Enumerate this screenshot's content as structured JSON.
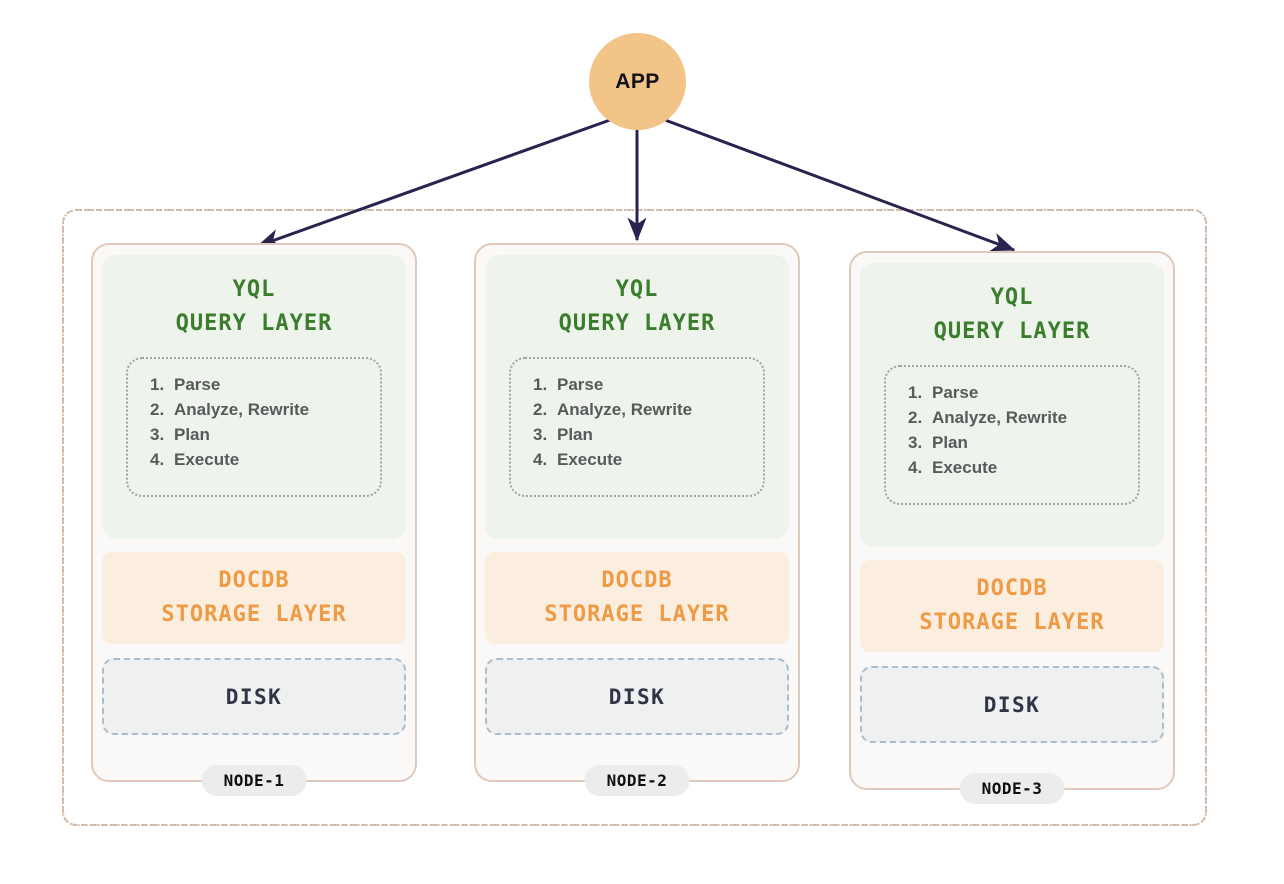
{
  "diagram": {
    "app": {
      "label": "APP",
      "color": "#f2c488"
    },
    "arrow_color": "#2a2350",
    "cluster": {
      "border_color": "#d9c3b4"
    },
    "nodes": [
      {
        "badge": "NODE-1",
        "yql": {
          "line1": "YQL",
          "line2": "QUERY LAYER",
          "color": "#3a7d2c",
          "bg": "#eef4ec"
        },
        "steps": [
          {
            "num": "1.",
            "text": "Parse"
          },
          {
            "num": "2.",
            "text": "Analyze, Rewrite"
          },
          {
            "num": "3.",
            "text": "Plan"
          },
          {
            "num": "4.",
            "text": "Execute"
          }
        ],
        "docdb": {
          "line1": "DOCDB",
          "line2": "STORAGE LAYER",
          "color": "#ef9a45",
          "bg": "#fbeedf"
        },
        "disk": {
          "label": "DISK",
          "color": "#2e3544",
          "bg": "#eff1f1",
          "border": "#a9bcd0"
        }
      },
      {
        "badge": "NODE-2",
        "yql": {
          "line1": "YQL",
          "line2": "QUERY LAYER",
          "color": "#3a7d2c",
          "bg": "#eef4ec"
        },
        "steps": [
          {
            "num": "1.",
            "text": "Parse"
          },
          {
            "num": "2.",
            "text": "Analyze, Rewrite"
          },
          {
            "num": "3.",
            "text": "Plan"
          },
          {
            "num": "4.",
            "text": "Execute"
          }
        ],
        "docdb": {
          "line1": "DOCDB",
          "line2": "STORAGE LAYER",
          "color": "#ef9a45",
          "bg": "#fbeedf"
        },
        "disk": {
          "label": "DISK",
          "color": "#2e3544",
          "bg": "#eff1f1",
          "border": "#a9bcd0"
        }
      },
      {
        "badge": "NODE-3",
        "yql": {
          "line1": "YQL",
          "line2": "QUERY LAYER",
          "color": "#3a7d2c",
          "bg": "#eef4ec"
        },
        "steps": [
          {
            "num": "1.",
            "text": "Parse"
          },
          {
            "num": "2.",
            "text": "Analyze, Rewrite"
          },
          {
            "num": "3.",
            "text": "Plan"
          },
          {
            "num": "4.",
            "text": "Execute"
          }
        ],
        "docdb": {
          "line1": "DOCDB",
          "line2": "STORAGE LAYER",
          "color": "#ef9a45",
          "bg": "#fbeedf"
        },
        "disk": {
          "label": "DISK",
          "color": "#2e3544",
          "bg": "#eff1f1",
          "border": "#a9bcd0"
        }
      }
    ]
  }
}
